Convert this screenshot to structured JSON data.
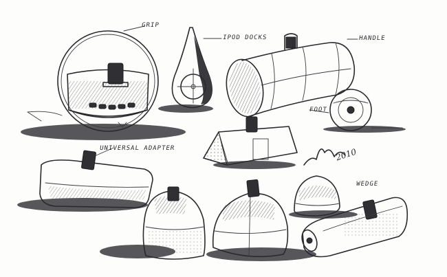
{
  "labels": {
    "grip": "GRIP",
    "ipod_docks": "IPOD DOCKS",
    "handle": "HANDLE",
    "universal_adapter": "UNIVERSAL ADAPTER",
    "foot": "FOOT",
    "wedge": "WEDGE"
  },
  "signature": {
    "text": "2010",
    "description": "artist signature"
  },
  "colors": {
    "ink": "#2a2a2e",
    "paper": "#fdfdfc"
  }
}
